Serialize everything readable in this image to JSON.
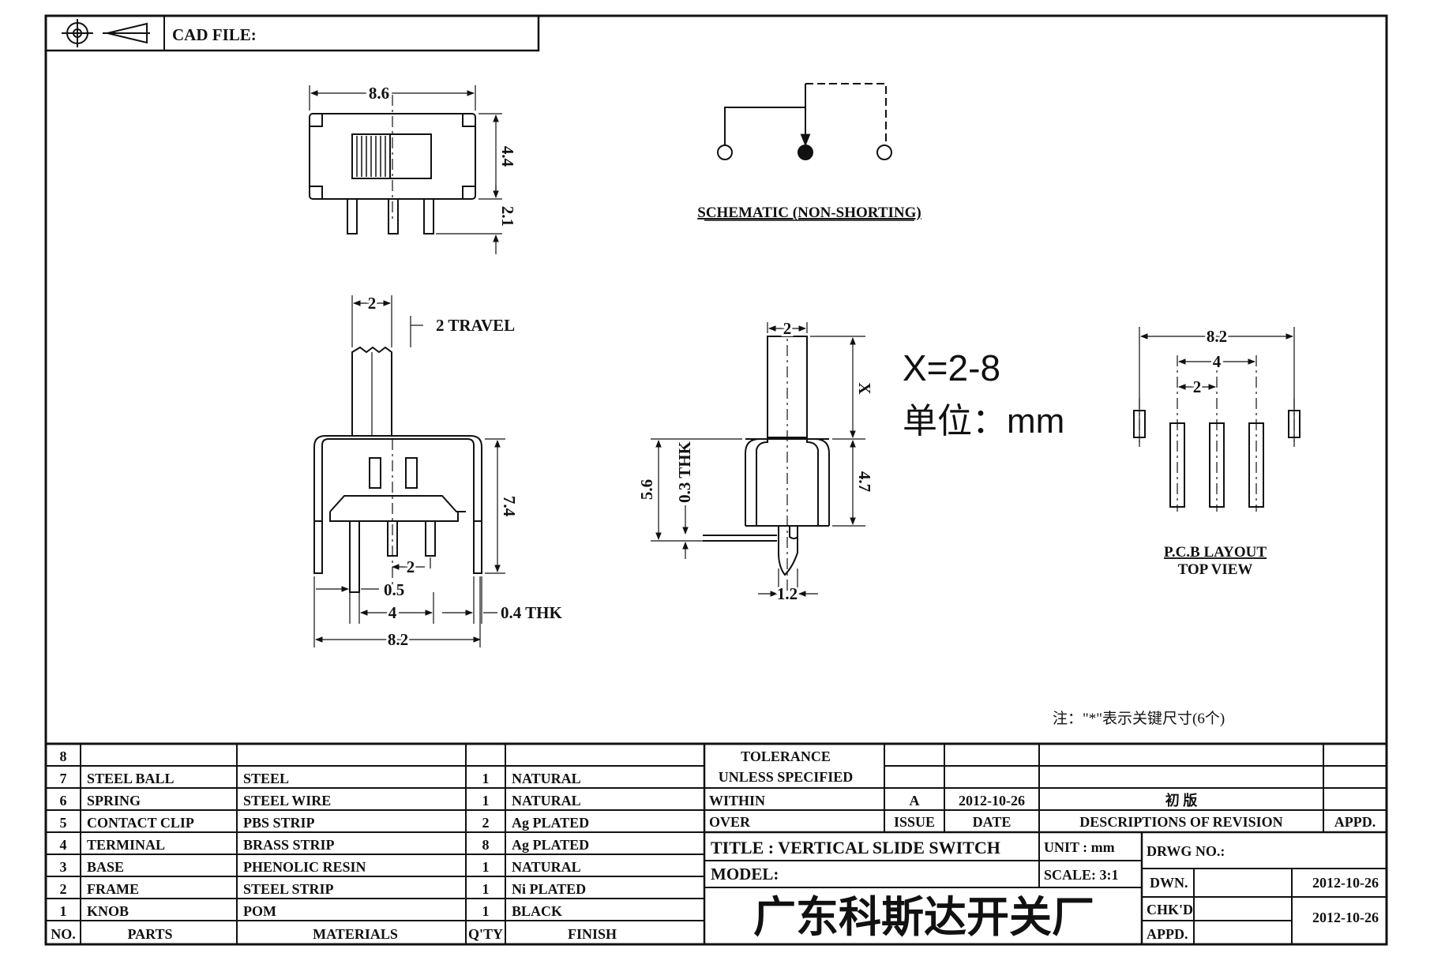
{
  "header": {
    "cad_file_label": "CAD FILE:"
  },
  "top_view": {
    "width": "8.6",
    "height": "4.4",
    "pin_length": "2.1"
  },
  "schematic": {
    "caption": "SCHEMATIC (NON-SHORTING)"
  },
  "front_view": {
    "knob_width": "2",
    "travel": "2 TRAVEL",
    "frame_height": "7.4",
    "pin_pitch": "2",
    "pin_width": "0.5",
    "pin_span": "4",
    "frame_thickness": "0.4 THK",
    "total_width": "8.2"
  },
  "side_view": {
    "knob_width": "2",
    "knob_height": "X",
    "height_body": "5.6",
    "sheet_thk": "0.3 THK",
    "body_height": "4.7",
    "pin_width": "1.2"
  },
  "notes": {
    "x_range": "X=2-8",
    "unit_note": "单位：mm",
    "footnote": "注：\"*\"表示关键尺寸(6个)"
  },
  "pcb_layout": {
    "outer_width": "8.2",
    "pin_span": "4",
    "pin_pitch": "2",
    "caption_1": "P.C.B LAYOUT",
    "caption_2": "TOP VIEW"
  },
  "bom": {
    "headers": {
      "no": "NO.",
      "parts": "PARTS",
      "materials": "MATERIALS",
      "qty": "Q'TY",
      "finish": "FINISH"
    },
    "rows": [
      {
        "no": "8",
        "part": "",
        "material": "",
        "qty": "",
        "finish": ""
      },
      {
        "no": "7",
        "part": "STEEL BALL",
        "material": "STEEL",
        "qty": "1",
        "finish": "NATURAL"
      },
      {
        "no": "6",
        "part": "SPRING",
        "material": "STEEL WIRE",
        "qty": "1",
        "finish": "NATURAL"
      },
      {
        "no": "5",
        "part": "CONTACT CLIP",
        "material": "PBS STRIP",
        "qty": "2",
        "finish": "Ag PLATED"
      },
      {
        "no": "4",
        "part": "TERMINAL",
        "material": "BRASS STRIP",
        "qty": "8",
        "finish": "Ag PLATED"
      },
      {
        "no": "3",
        "part": "BASE",
        "material": "PHENOLIC RESIN",
        "qty": "1",
        "finish": "NATURAL"
      },
      {
        "no": "2",
        "part": "FRAME",
        "material": "STEEL STRIP",
        "qty": "1",
        "finish": "Ni PLATED"
      },
      {
        "no": "1",
        "part": "KNOB",
        "material": "POM",
        "qty": "1",
        "finish": "BLACK"
      }
    ]
  },
  "title_block": {
    "tolerance": "TOLERANCE",
    "unless": "UNLESS  SPECIFIED",
    "within": "WITHIN",
    "over": "OVER",
    "rev_issue": "A",
    "rev_date": "2012-10-26",
    "rev_desc": "初  版",
    "issue_label": "ISSUE",
    "date_label": "DATE",
    "desc_label": "DESCRIPTIONS OF REVISION",
    "appd_label": "APPD.",
    "title": "TITLE :  VERTICAL SLIDE SWITCH",
    "unit": "UNIT :  mm",
    "drwg_no": "DRWG NO.:",
    "model": "MODEL:",
    "scale": "SCALE:  3:1",
    "dwn_label": "DWN.",
    "dwn_date": "2012-10-26",
    "company": "广东科斯达开关厂",
    "chkd_label": "CHK'D",
    "chkd_date": "2012-10-26",
    "appd2_label": "APPD."
  }
}
